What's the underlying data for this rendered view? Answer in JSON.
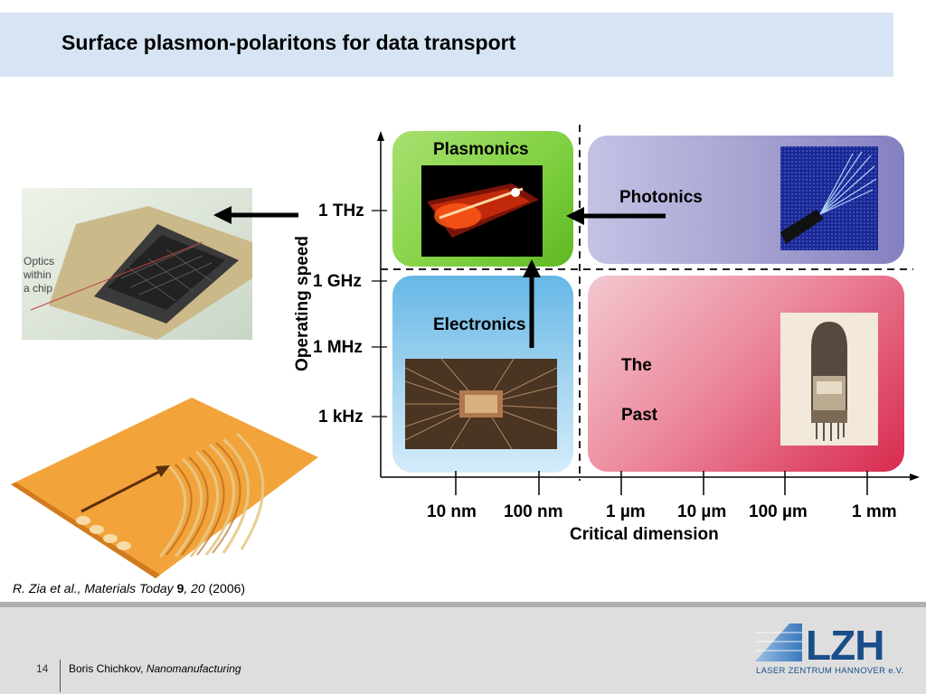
{
  "slide": {
    "title": "Surface plasmon-polaritons for data transport",
    "page_number": "14",
    "footer_author": "Boris Chichkov, ",
    "footer_course": "Nanomanufacturing",
    "citation": {
      "authors": "R. Zia et al., Materials Today ",
      "volume": "9",
      "sep": ", ",
      "page": "20",
      "year": " (2006)"
    },
    "logo": {
      "text": "LZH",
      "subtitle": "LASER ZENTRUM HANNOVER e.V."
    },
    "chip_photo_caption": [
      "Optics",
      "within",
      "a chip"
    ]
  },
  "diagram": {
    "y_axis_label": "Operating speed",
    "x_axis_label": "Critical dimension",
    "y_ticks": [
      "1 THz",
      "1 GHz",
      "1 MHz",
      "1 kHz"
    ],
    "x_ticks": [
      "10 nm",
      "100 nm",
      "1 µm",
      "10 µm",
      "100 µm",
      "1 mm"
    ],
    "regions": {
      "plasmonics": "Plasmonics",
      "photonics": "Photonics",
      "electronics": "Electronics",
      "past_line1": "The",
      "past_line2": "Past"
    },
    "colors": {
      "plasmonics": "#7ed040",
      "photonics": "#a7a4d2",
      "electronics": "#8cc8ec",
      "past": "#e05a78",
      "title_bar": "#d6e4f4",
      "logo_blue": "#1a4e8a"
    }
  }
}
